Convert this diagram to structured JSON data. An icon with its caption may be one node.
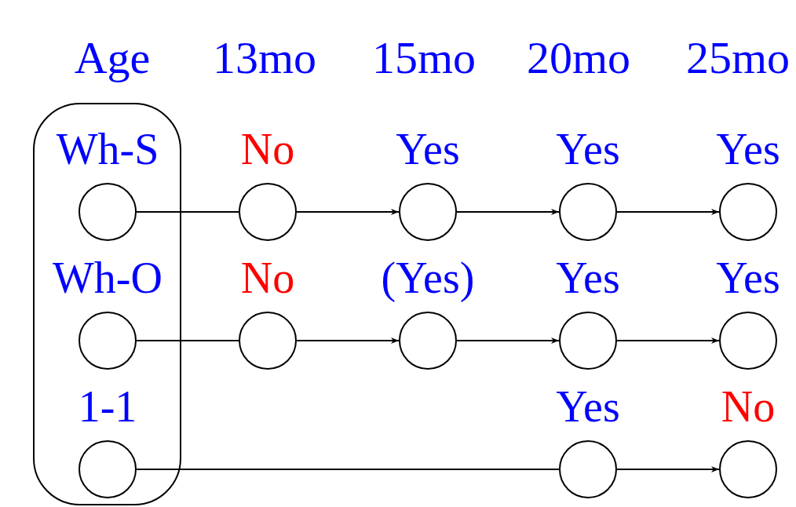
{
  "diagram": {
    "nodes": [
      {
        "text": [],
        "shape": "box"
      },
      {
        "text": [
          "Wh-S"
        ],
        "in": 0
      },
      {
        "text": [
          "No"
        ]
      },
      {
        "text": [
          "Yes"
        ]
      },
      {
        "text": [
          "Yes"
        ]
      },
      {
        "text": [
          "Yes"
        ]
      },
      {
        "text": [
          "Wh-O"
        ],
        "in": 0
      },
      {
        "text": [
          "No"
        ]
      },
      {
        "text": [
          "(Yes)"
        ]
      },
      {
        "text": [
          "Yes"
        ]
      },
      {
        "text": [
          "Yes"
        ]
      },
      {
        "text": [
          "1-1"
        ],
        "in": 0
      },
      {
        "text": [
          "Yes"
        ]
      },
      {
        "text": [
          "No"
        ]
      }
    ],
    "edges": [
      {
        "from": 1,
        "to": 2,
        "arrow": "none"
      },
      {
        "from": 2,
        "to": 3,
        "arrow": "to"
      },
      {
        "from": 3,
        "to": 4,
        "arrow": "to"
      },
      {
        "from": 4,
        "to": 5,
        "arrow": "to"
      },
      {
        "from": 6,
        "to": 7,
        "arrow": "none"
      },
      {
        "from": 7,
        "to": 8,
        "arrow": "to"
      },
      {
        "from": 8,
        "to": 9,
        "arrow": "to"
      },
      {
        "from": 9,
        "to": 10,
        "arrow": "to"
      },
      {
        "from": 11,
        "to": 12,
        "arrow": "none"
      },
      {
        "from": 12,
        "to": 13,
        "arrow": "to"
      }
    ],
    "labels": [
      "Age",
      "13mo",
      "15mo",
      "20mo",
      "25mo"
    ]
  }
}
